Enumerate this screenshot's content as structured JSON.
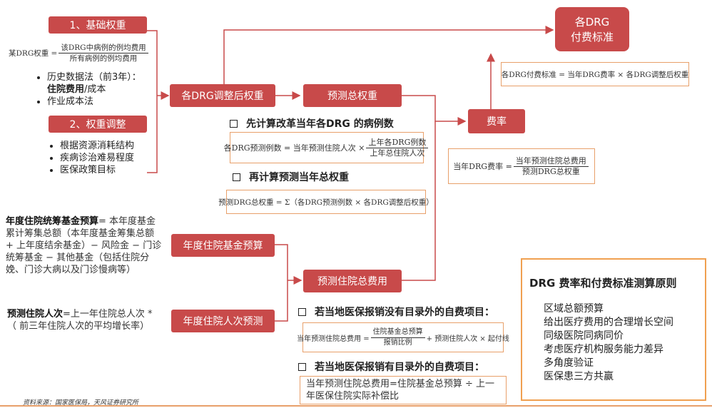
{
  "boxes": {
    "basic_weight": "1、基础权重",
    "weight_adjust": "2、权重调整",
    "adjusted_weight": "各DRG调整后权重",
    "predicted_total_weight": "预测总权重",
    "rate": "费率",
    "payment_standard_line1": "各DRG",
    "payment_standard_line2": "付费标准",
    "annual_fund_budget": "年度住院基金预算",
    "annual_visits_forecast": "年度住院人次预测",
    "predicted_total_cost": "预测住院总费用"
  },
  "formulas": {
    "weight_lhs": "某DRG权重 =",
    "weight_num": "该DRG中病例的例均费用",
    "weight_den": "所有病例的例均费用",
    "cases_lhs": "各DRG预测例数 = 当年预测住院人次 ×",
    "cases_num": "上年各DRG例数",
    "cases_den": "上年总住院人次",
    "total_weight": "预测DRG总权重 = Σ（各DRG预测例数 × 各DRG调整后权重）",
    "payment_standard": "各DRG付费标准 = 当年DRG费率 × 各DRG调整后权重",
    "rate_lhs": "当年DRG费率 =",
    "rate_num": "当年预测住院总费用",
    "rate_den": "预测DRG总权重",
    "cost_lhs": "当年预测住院总费用 =",
    "cost_num": "住院基金总预算",
    "cost_den": "报销比例",
    "cost_rhs": "+ 预测住院人次 × 起付线",
    "cost_alt": "当年预测住院总费用=住院基金总预算 ÷ 上一年医保住院实际补偿比"
  },
  "basic_weight_methods": {
    "item1_prefix": "历史数据法（前3年）：",
    "item1_bold": "住院费用",
    "item1_suffix": "/成本",
    "item2": "作业成本法"
  },
  "adjust_factors": [
    "根据资源消耗结构",
    "疾病诊治难易程度",
    "医保政策目标"
  ],
  "headings": {
    "step1": "先计算改革当年各DRG 的病例数",
    "step2": "再计算预测当年总权重",
    "case_no_extra": "若当地医保报销没有目录外的自费项目：",
    "case_extra": "若当地医保报销有目录外的自费项目："
  },
  "fund_budget_text": {
    "bold": "年度住院统筹基金预算",
    "rest": "= 本年度基金累计筹集总额（本年度基金筹集总额 + 上年度结余基金）− 风险金 − 门诊统筹基金 − 其他基金（包括住院分娩、门诊大病以及门诊慢病等）"
  },
  "visits_text": {
    "bold": "预测住院人次",
    "rest": "=上一年住院总人次 *（ 前三年住院人次的平均增长率）"
  },
  "principles": {
    "title": "DRG 费率和付费标准测算原则",
    "items": [
      "区域总额预算",
      "给出医疗费用的合理增长空间",
      "同级医院同病同价",
      "考虑医疗机构服务能力差异",
      "多角度验证",
      "医保患三方共赢"
    ]
  },
  "source": "资料来源：国家医保局，天风证券研究所",
  "colors": {
    "box_red": "#c84a4a",
    "formula_border": "#e8a06a",
    "principles_border": "#f0a050"
  }
}
